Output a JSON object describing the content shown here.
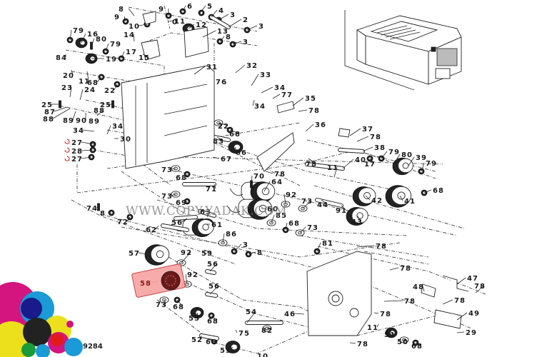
{
  "diagram": {
    "title": "Printer paper feed / drive assembly exploded parts view",
    "watermark": "WWW.COPY-YADAK.COM",
    "figure_code": "9284",
    "highlighted_part": "58",
    "highlight_color": "#f7a3a3",
    "logo_colors": [
      "#d4147f",
      "#1a9ad6",
      "#ece01c",
      "#111111",
      "#e21a1a",
      "#1a9a3a",
      "#1a1a8a"
    ],
    "labels": [
      {
        "id": "8",
        "text": "8"
      },
      {
        "id": "9a",
        "text": "9"
      },
      {
        "id": "9b",
        "text": "9"
      },
      {
        "id": "10",
        "text": "10"
      },
      {
        "id": "6",
        "text": "6"
      },
      {
        "id": "5",
        "text": "5"
      },
      {
        "id": "4",
        "text": "4"
      },
      {
        "id": "3a",
        "text": "3"
      },
      {
        "id": "2",
        "text": "2"
      },
      {
        "id": "3b",
        "text": "3"
      },
      {
        "id": "11a",
        "text": "11"
      },
      {
        "id": "1",
        "text": "0"
      },
      {
        "id": "12",
        "text": "12"
      },
      {
        "id": "13",
        "text": "13"
      },
      {
        "id": "8b",
        "text": "8"
      },
      {
        "id": "3c",
        "text": "3"
      },
      {
        "id": "79a",
        "text": "79"
      },
      {
        "id": "16",
        "text": "16"
      },
      {
        "id": "80a",
        "text": "80"
      },
      {
        "id": "79b",
        "text": "79"
      },
      {
        "id": "14",
        "text": "14"
      },
      {
        "id": "17a",
        "text": "17"
      },
      {
        "id": "84",
        "text": "84"
      },
      {
        "id": "19",
        "text": "19"
      },
      {
        "id": "15",
        "text": "15"
      },
      {
        "id": "20",
        "text": "20"
      },
      {
        "id": "11b",
        "text": "11"
      },
      {
        "id": "68a",
        "text": "68"
      },
      {
        "id": "22a",
        "text": "22"
      },
      {
        "id": "23",
        "text": "23"
      },
      {
        "id": "24",
        "text": "24"
      },
      {
        "id": "25a",
        "text": "25"
      },
      {
        "id": "25b",
        "text": "25"
      },
      {
        "id": "87",
        "text": "87"
      },
      {
        "id": "88a",
        "text": "88"
      },
      {
        "id": "89a",
        "text": "89"
      },
      {
        "id": "90",
        "text": "90"
      },
      {
        "id": "88b",
        "text": "88"
      },
      {
        "id": "89b",
        "text": "89"
      },
      {
        "id": "31",
        "text": "31"
      },
      {
        "id": "32",
        "text": "32"
      },
      {
        "id": "33",
        "text": "33"
      },
      {
        "id": "76",
        "text": "76"
      },
      {
        "id": "34a",
        "text": "34"
      },
      {
        "id": "77",
        "text": "77"
      },
      {
        "id": "34b",
        "text": "34"
      },
      {
        "id": "35",
        "text": "35"
      },
      {
        "id": "78a",
        "text": "78"
      },
      {
        "id": "34c",
        "text": "34"
      },
      {
        "id": "34d",
        "text": "34"
      },
      {
        "id": "30",
        "text": "30"
      },
      {
        "id": "27a",
        "text": "27"
      },
      {
        "id": "28",
        "text": "28"
      },
      {
        "id": "27b",
        "text": "27"
      },
      {
        "id": "22b",
        "text": "22"
      },
      {
        "id": "68b",
        "text": "68"
      },
      {
        "id": "83",
        "text": "83"
      },
      {
        "id": "66",
        "text": "66"
      },
      {
        "id": "67",
        "text": "67"
      },
      {
        "id": "36",
        "text": "36"
      },
      {
        "id": "37",
        "text": "37"
      },
      {
        "id": "78b",
        "text": "78"
      },
      {
        "id": "38",
        "text": "38"
      },
      {
        "id": "17b",
        "text": "17"
      },
      {
        "id": "79c",
        "text": "79"
      },
      {
        "id": "80b",
        "text": "80"
      },
      {
        "id": "39",
        "text": "39"
      },
      {
        "id": "79d",
        "text": "79"
      },
      {
        "id": "78c",
        "text": "78"
      },
      {
        "id": "40",
        "text": "40"
      },
      {
        "id": "11c",
        "text": "11"
      },
      {
        "id": "78d",
        "text": "78"
      },
      {
        "id": "73a",
        "text": "73"
      },
      {
        "id": "68c",
        "text": "68"
      },
      {
        "id": "70",
        "text": "70"
      },
      {
        "id": "71",
        "text": "71"
      },
      {
        "id": "64",
        "text": "64"
      },
      {
        "id": "92a",
        "text": "92"
      },
      {
        "id": "73b",
        "text": "73"
      },
      {
        "id": "42",
        "text": "42"
      },
      {
        "id": "41",
        "text": "41"
      },
      {
        "id": "68d",
        "text": "68"
      },
      {
        "id": "73c",
        "text": "73"
      },
      {
        "id": "69",
        "text": "69"
      },
      {
        "id": "60",
        "text": "60"
      },
      {
        "id": "44",
        "text": "44"
      },
      {
        "id": "91",
        "text": "91"
      },
      {
        "id": "43",
        "text": "43"
      },
      {
        "id": "74",
        "text": "74"
      },
      {
        "id": "8c",
        "text": "8"
      },
      {
        "id": "72",
        "text": "72"
      },
      {
        "id": "63",
        "text": "63"
      },
      {
        "id": "56a",
        "text": "56"
      },
      {
        "id": "61",
        "text": "61"
      },
      {
        "id": "85",
        "text": "85"
      },
      {
        "id": "68e",
        "text": "68"
      },
      {
        "id": "73d",
        "text": "73"
      },
      {
        "id": "62",
        "text": "62"
      },
      {
        "id": "86",
        "text": "86"
      },
      {
        "id": "3d",
        "text": "3"
      },
      {
        "id": "59",
        "text": "59"
      },
      {
        "id": "8d",
        "text": "8"
      },
      {
        "id": "57",
        "text": "57"
      },
      {
        "id": "92b",
        "text": "92"
      },
      {
        "id": "56b",
        "text": "56"
      },
      {
        "id": "58",
        "text": "58"
      },
      {
        "id": "92c",
        "text": "92"
      },
      {
        "id": "56c",
        "text": "56"
      },
      {
        "id": "73e",
        "text": "73"
      },
      {
        "id": "68f",
        "text": "68"
      },
      {
        "id": "55",
        "text": "55"
      },
      {
        "id": "68g",
        "text": "68"
      },
      {
        "id": "54",
        "text": "54"
      },
      {
        "id": "75",
        "text": "75"
      },
      {
        "id": "82",
        "text": "82"
      },
      {
        "id": "52",
        "text": "52"
      },
      {
        "id": "68h",
        "text": "68"
      },
      {
        "id": "53",
        "text": "53"
      },
      {
        "id": "81",
        "text": "81"
      },
      {
        "id": "78e",
        "text": "78"
      },
      {
        "id": "78f",
        "text": "78"
      },
      {
        "id": "46",
        "text": "46"
      },
      {
        "id": "78g",
        "text": "78"
      },
      {
        "id": "78h",
        "text": "78"
      },
      {
        "id": "78i",
        "text": "78"
      },
      {
        "id": "11d",
        "text": "11"
      },
      {
        "id": "51",
        "text": "51"
      },
      {
        "id": "50",
        "text": "50"
      },
      {
        "id": "68i",
        "text": "68"
      },
      {
        "id": "47",
        "text": "47"
      },
      {
        "id": "78j",
        "text": "78"
      },
      {
        "id": "48",
        "text": "48"
      },
      {
        "id": "78k",
        "text": "78"
      },
      {
        "id": "49",
        "text": "49"
      },
      {
        "id": "29",
        "text": "29"
      },
      {
        "id": "10b",
        "text": "10"
      }
    ]
  }
}
